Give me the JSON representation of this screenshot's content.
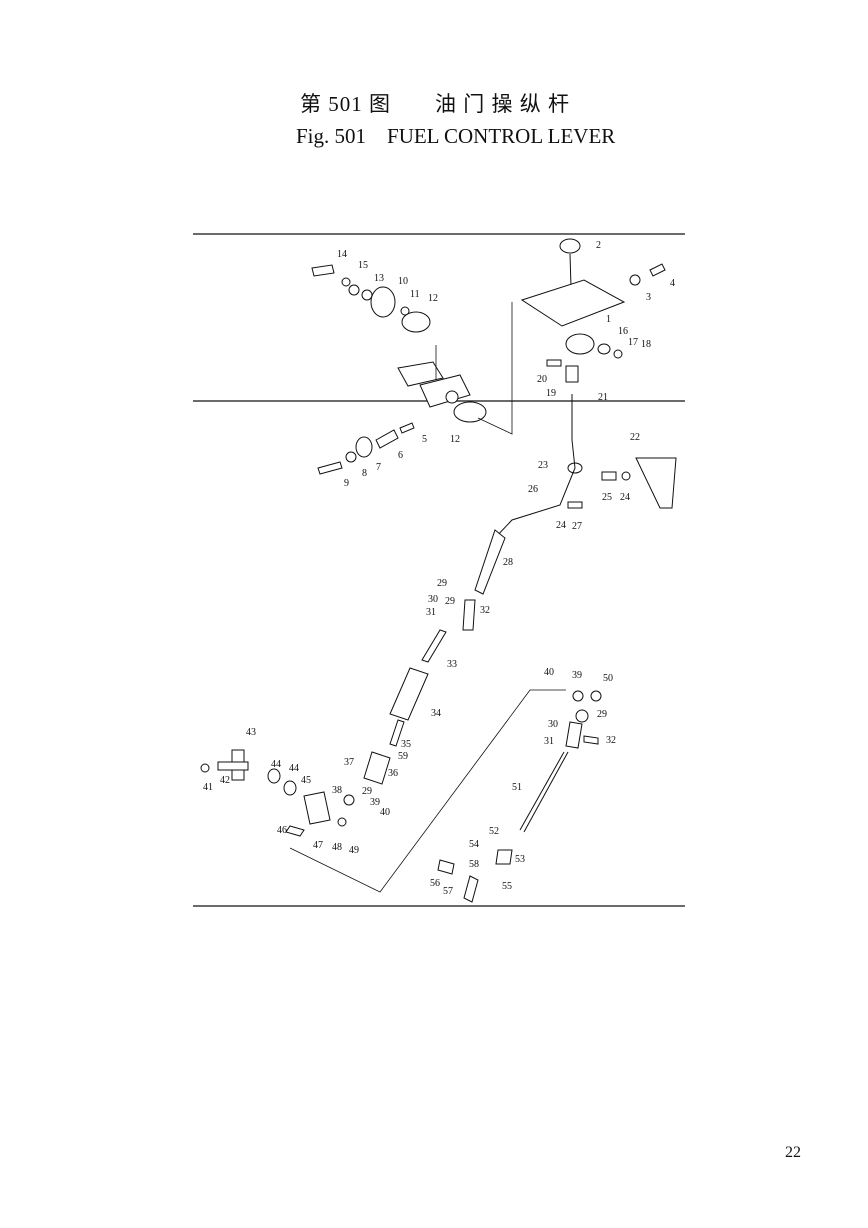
{
  "header": {
    "title_cn": "第 501 图　　油 门 操 纵 杆",
    "title_en": "Fig. 501　FUEL CONTROL LEVER"
  },
  "diagram": {
    "callouts": [
      "1",
      "2",
      "3",
      "4",
      "5",
      "6",
      "7",
      "8",
      "9",
      "10",
      "11",
      "12",
      "12",
      "13",
      "14",
      "15",
      "16",
      "17",
      "18",
      "19",
      "20",
      "21",
      "22",
      "23",
      "24",
      "24",
      "25",
      "26",
      "27",
      "28",
      "29",
      "29",
      "29",
      "29",
      "30",
      "30",
      "31",
      "31",
      "32",
      "32",
      "33",
      "34",
      "35",
      "36",
      "37",
      "38",
      "39",
      "39",
      "40",
      "40",
      "41",
      "42",
      "43",
      "44",
      "44",
      "45",
      "46",
      "47",
      "48",
      "49",
      "50",
      "51",
      "52",
      "53",
      "54",
      "55",
      "56",
      "57",
      "58",
      "59"
    ]
  },
  "footer": {
    "page_number": "22"
  }
}
